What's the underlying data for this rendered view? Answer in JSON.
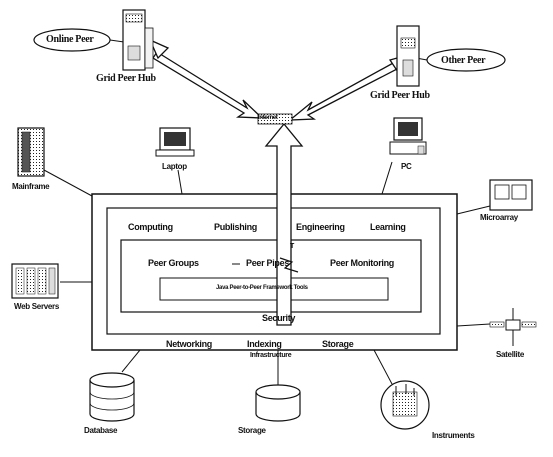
{
  "peers": {
    "left_bubble": "Online Peer",
    "left_hub": "Grid Peer Hub",
    "right_bubble": "Other Peer",
    "right_hub": "Grid Peer Hub",
    "center_hub": "Internet"
  },
  "devices": {
    "mainframe": "Mainframe",
    "laptop": "Laptop",
    "pc": "PC",
    "microarray": "Microarray",
    "ws_servers": "Web Servers",
    "database": "Database",
    "storage": "Storage",
    "instruments": "Instruments",
    "satellite": "Satellite"
  },
  "stack": {
    "layer_top": [
      "Computing",
      "Publishing",
      "Engineering",
      "Learning"
    ],
    "tag": "T",
    "layer_mid": [
      "Peer Groups",
      "Peer Pipes",
      "Peer Monitoring"
    ],
    "sub_box": "Java Peer-to-Peer Framework Tools",
    "security": "Security",
    "layer_bottom": [
      "Networking",
      "Indexing",
      "Storage"
    ],
    "base": "Infrastructure"
  },
  "colors": {
    "line": "#111111",
    "fill": "#ffffff",
    "shade": "#cfcfcf"
  }
}
